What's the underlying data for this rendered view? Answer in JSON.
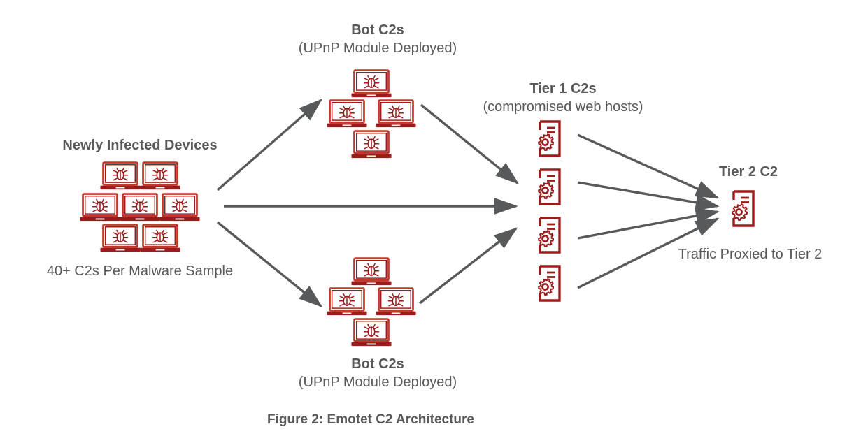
{
  "figure": {
    "caption": "Figure 2: Emotet C2 Architecture"
  },
  "colors": {
    "icon_red": "#9e1b1b",
    "icon_red_light": "#c0392b",
    "arrow_gray": "#58595b",
    "text_gray": "#58595b",
    "background": "#ffffff"
  },
  "labels": {
    "bot_c2s_top_title": "Bot C2s",
    "bot_c2s_top_subtitle": "(UPnP Module Deployed)",
    "bot_c2s_bottom_title": "Bot C2s",
    "bot_c2s_bottom_subtitle": "(UPnP Module Deployed)",
    "tier1_title": "Tier 1 C2s",
    "tier1_subtitle": "(compromised web hosts)",
    "tier2_title": "Tier 2 C2",
    "newly_infected_title": "Newly Infected Devices",
    "newly_infected_note": "40+ C2s Per Malware Sample",
    "traffic_proxied": "Traffic Proxied to Tier 2"
  },
  "nodes": {
    "newly_infected_devices": {
      "icon": "infected-laptop-icon",
      "count": 7,
      "layout": "2-3-2"
    },
    "bot_c2s_top": {
      "icon": "infected-laptop-icon",
      "count": 4,
      "layout": "diamond"
    },
    "bot_c2s_bottom": {
      "icon": "infected-laptop-icon",
      "count": 4,
      "layout": "diamond"
    },
    "tier1_c2s": {
      "icon": "server-gear-icon",
      "count": 4,
      "layout": "vertical-stack"
    },
    "tier2_c2": {
      "icon": "server-gear-icon",
      "count": 1,
      "layout": "single"
    }
  },
  "edges": [
    {
      "from": "newly-infected-devices",
      "to": "bot-c2s-top",
      "style": "solid-arrow"
    },
    {
      "from": "newly-infected-devices",
      "to": "tier1-c2s",
      "style": "solid-arrow"
    },
    {
      "from": "newly-infected-devices",
      "to": "bot-c2s-bottom",
      "style": "solid-arrow"
    },
    {
      "from": "bot-c2s-top",
      "to": "tier1-c2s",
      "style": "solid-arrow"
    },
    {
      "from": "bot-c2s-bottom",
      "to": "tier1-c2s",
      "style": "solid-arrow"
    },
    {
      "from": "tier1-c2-1",
      "to": "tier2-c2",
      "style": "solid-arrow"
    },
    {
      "from": "tier1-c2-2",
      "to": "tier2-c2",
      "style": "solid-arrow"
    },
    {
      "from": "tier1-c2-3",
      "to": "tier2-c2",
      "style": "solid-arrow"
    },
    {
      "from": "tier1-c2-4",
      "to": "tier2-c2",
      "style": "solid-arrow"
    }
  ]
}
